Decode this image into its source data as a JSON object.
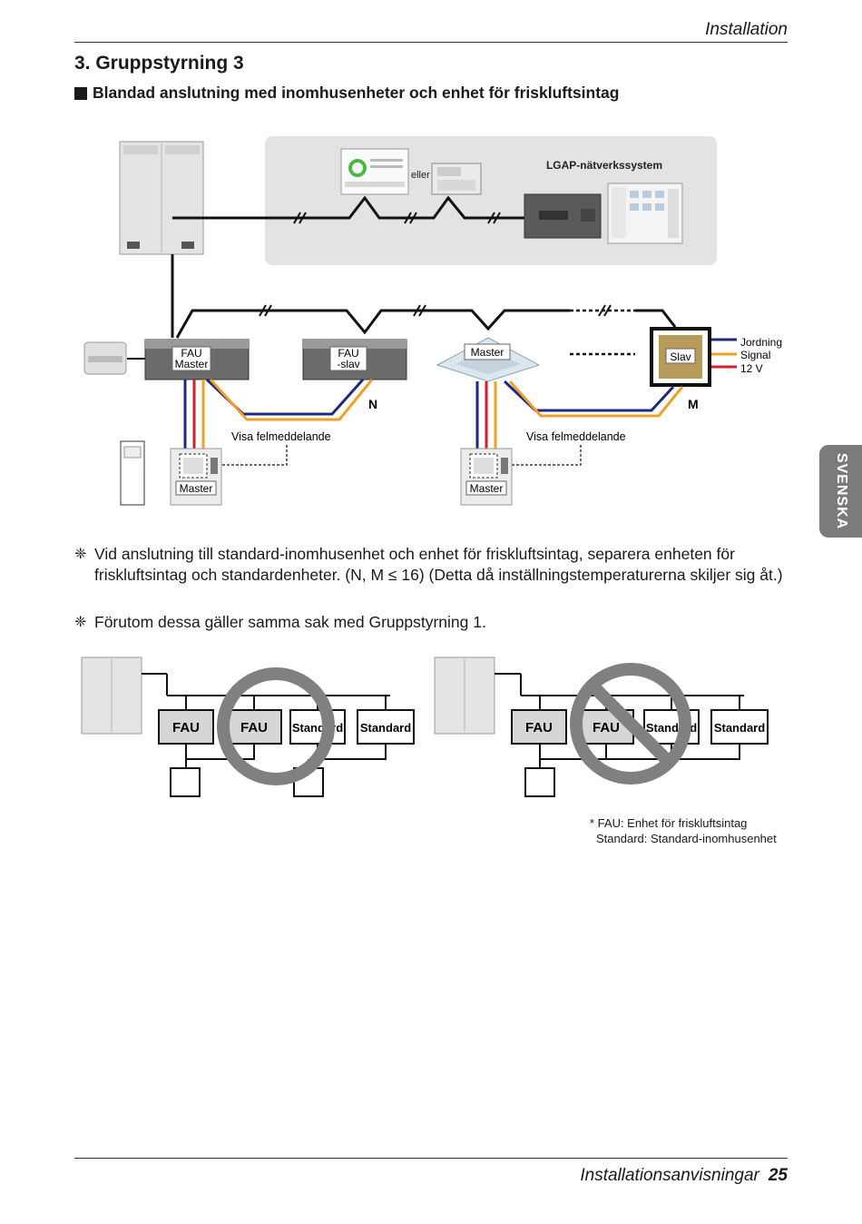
{
  "header": {
    "section": "Installation"
  },
  "page": {
    "title": "3. Gruppstyrning 3",
    "subtitle": "Blandad anslutning med inomhusenheter och enhet för friskluftsintag"
  },
  "diagram_top": {
    "eller": "eller",
    "network": "LGAP-nätverkssystem",
    "fau_master": [
      "FAU",
      "Master"
    ],
    "fau_slave": [
      "FAU",
      "-slav"
    ],
    "cassette_master": "Master",
    "slave": "Slav",
    "wire_labels": [
      "Jordning",
      "Signal",
      "12 V"
    ],
    "n_label": "N",
    "m_label": "M",
    "error_display_left": "Visa felmeddelande",
    "error_display_right": "Visa felmeddelande",
    "remote_master_left": "Master",
    "remote_master_right": "Master",
    "colors": {
      "wire_black": "#111111",
      "wire_blue": "#1f2a7a",
      "wire_red": "#d0202a",
      "wire_orange": "#f0a028",
      "network_bg": "#e3e3e3"
    }
  },
  "notes": [
    "Vid anslutning till standard-inomhusenhet och enhet för friskluftsintag, separera enheten för friskluftsintag och standardenheter. (N, M ≤ 16) (Detta då inställningstemperaturerna skiljer sig åt.)",
    "Förutom dessa gäller samma sak med Gruppstyrning 1."
  ],
  "note_mark": "❈",
  "diagram_bottom": {
    "left": {
      "boxes": [
        "FAU",
        "FAU",
        "Standard",
        "Standard"
      ],
      "symbol": "circle-icon"
    },
    "right": {
      "boxes": [
        "FAU",
        "FAU",
        "Standard",
        "Standard"
      ],
      "symbol": "prohibited-icon"
    }
  },
  "footnote": {
    "line1": "* FAU: Enhet för friskluftsintag",
    "line2": "Standard: Standard-inomhusenhet"
  },
  "lang_tab": "SVENSKA",
  "footer": {
    "title": "Installationsanvisningar",
    "page_number": "25"
  }
}
